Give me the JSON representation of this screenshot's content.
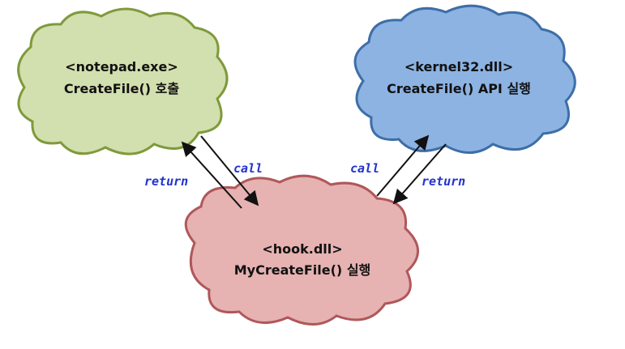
{
  "colors": {
    "notepad_fill": "#d2dfae",
    "notepad_stroke": "#7f9a3b",
    "kernel_fill": "#8db3e2",
    "kernel_stroke": "#3d6ea7",
    "hook_fill": "#e6b2b2",
    "hook_stroke": "#b0575a",
    "arrow": "#111111",
    "label": "#2233cc"
  },
  "nodes": {
    "notepad": {
      "title": "<notepad.exe>",
      "subtitle": "CreateFile() 호출"
    },
    "kernel": {
      "title": "<kernel32.dll>",
      "subtitle": "CreateFile() API 실행"
    },
    "hook": {
      "title": "<hook.dll>",
      "subtitle": "MyCreateFile() 실행"
    }
  },
  "edges": {
    "notepad_to_hook": "call",
    "hook_to_notepad": "return",
    "hook_to_kernel": "call",
    "kernel_to_hook": "return"
  }
}
